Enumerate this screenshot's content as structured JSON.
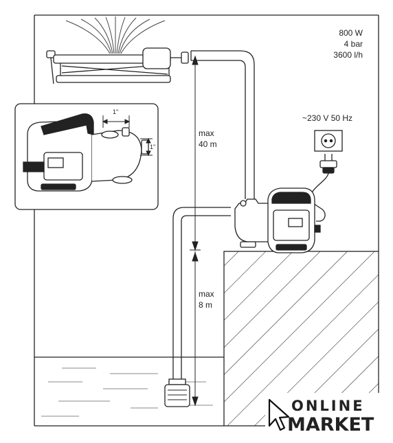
{
  "specs": {
    "power": "800 W",
    "pressure": "4 bar",
    "flow": "3600 l/h"
  },
  "power_supply": {
    "label": "~230 V  50 Hz"
  },
  "dimensions": {
    "height_max_label": "max",
    "height_value": "40 m",
    "depth_max_label": "max",
    "depth_value": "8 m",
    "inlet_size": "1\"",
    "outlet_size": "1\""
  },
  "watermark": {
    "line1": "ONLINE",
    "line2": "MARKET"
  }
}
